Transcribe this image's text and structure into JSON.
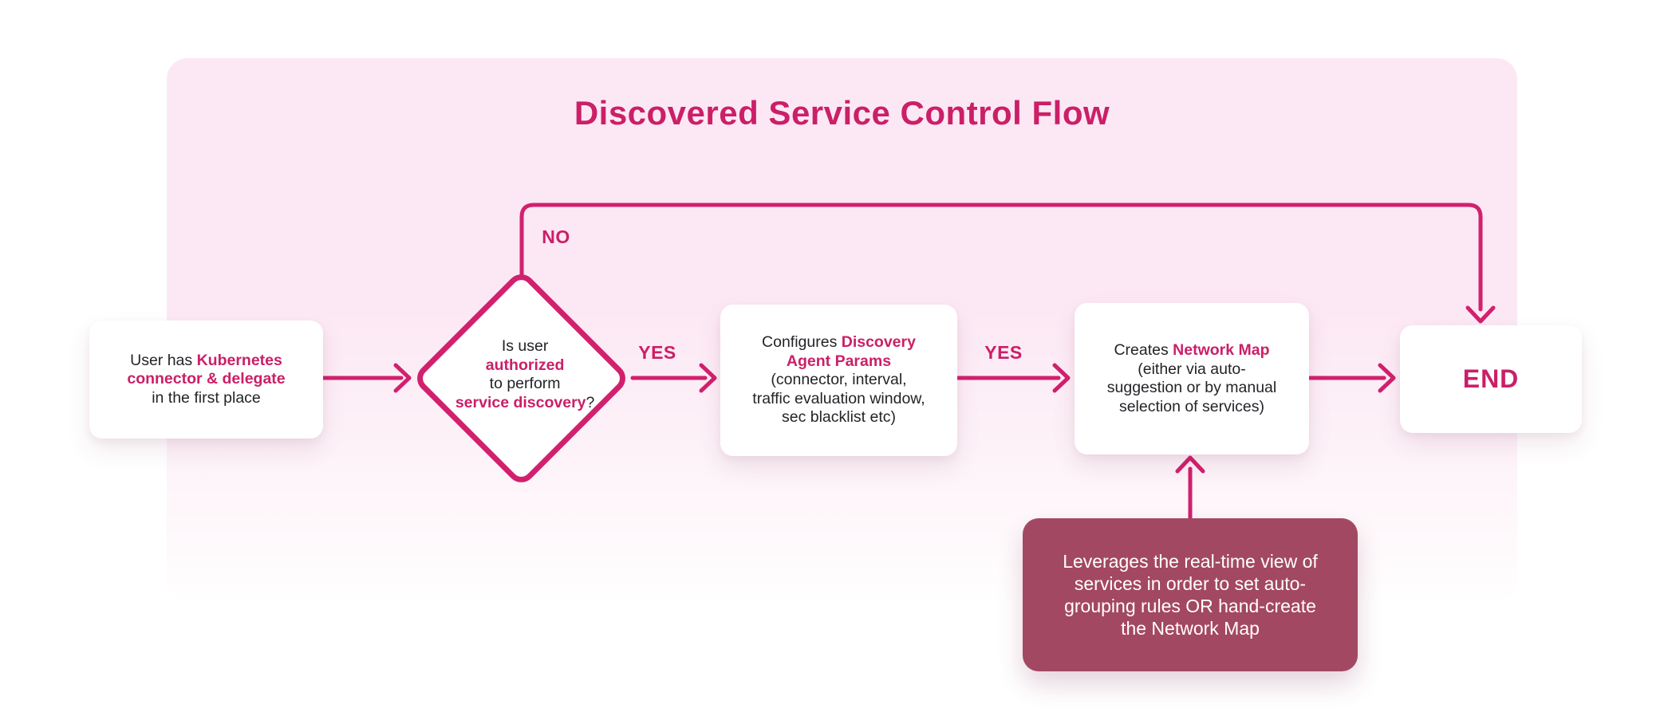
{
  "title": "Discovered Service Control Flow",
  "colors": {
    "accent_text": "#cb1f68",
    "line": "#d1216e",
    "note_bg": "#a34862",
    "panel_top": "#fce8f4",
    "body_text": "#232428"
  },
  "labels": {
    "no": "NO",
    "yes_to_configure": "YES",
    "yes_to_create": "YES"
  },
  "nodes": {
    "start": {
      "lines": [
        [
          {
            "t": "User has ",
            "a": 0
          },
          {
            "t": "Kubernetes",
            "a": 1
          }
        ],
        [
          {
            "t": "connector & delegate",
            "a": 1
          }
        ],
        [
          {
            "t": "in the first place",
            "a": 0
          }
        ]
      ]
    },
    "decision": {
      "lines": [
        [
          {
            "t": "Is user",
            "a": 0
          }
        ],
        [
          {
            "t": "authorized",
            "a": 1
          }
        ],
        [
          {
            "t": "to perform",
            "a": 0
          }
        ],
        [
          {
            "t": "service discovery",
            "a": 1
          },
          {
            "t": "?",
            "a": 0
          }
        ]
      ]
    },
    "configure": {
      "lines": [
        [
          {
            "t": "Configures ",
            "a": 0
          },
          {
            "t": "Discovery",
            "a": 1
          }
        ],
        [
          {
            "t": "Agent Params",
            "a": 1
          }
        ],
        [
          {
            "t": "(connector, interval,",
            "a": 0
          }
        ],
        [
          {
            "t": "traffic evaluation window,",
            "a": 0
          }
        ],
        [
          {
            "t": "sec blacklist etc)",
            "a": 0
          }
        ]
      ]
    },
    "create_map": {
      "lines": [
        [
          {
            "t": "Creates ",
            "a": 0
          },
          {
            "t": "Network Map",
            "a": 1
          }
        ],
        [
          {
            "t": "(either via auto-",
            "a": 0
          }
        ],
        [
          {
            "t": "suggestion or by manual",
            "a": 0
          }
        ],
        [
          {
            "t": "selection of services)",
            "a": 0
          }
        ]
      ]
    },
    "end": {
      "label": "END"
    },
    "note": {
      "lines": [
        [
          {
            "t": "Leverages the real-time view of",
            "a": 0
          }
        ],
        [
          {
            "t": "services in order to set auto-",
            "a": 0
          }
        ],
        [
          {
            "t": "grouping rules OR hand-create",
            "a": 0
          }
        ],
        [
          {
            "t": "the Network Map",
            "a": 0
          }
        ]
      ]
    }
  }
}
